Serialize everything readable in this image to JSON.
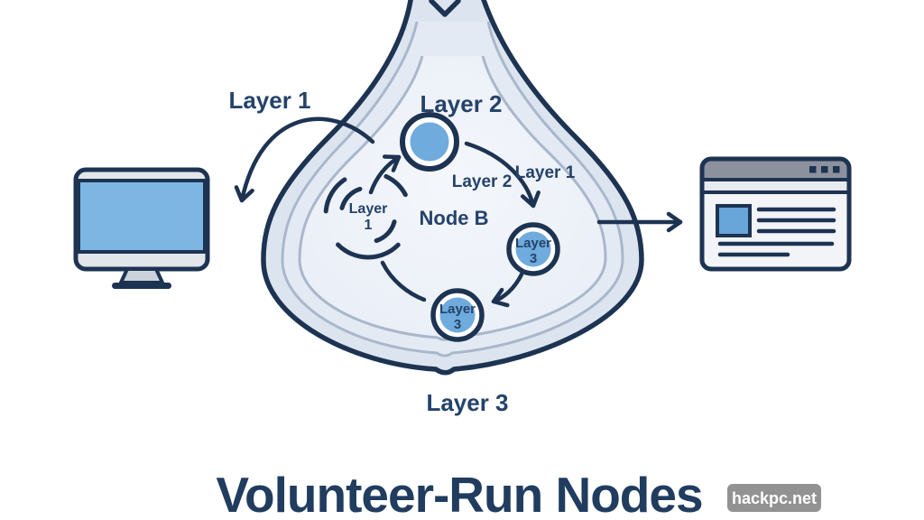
{
  "title": "Volunteer-Run Nodes",
  "watermark": "hackpc.net",
  "labels": {
    "layer1_outer": "Layer 1",
    "layer2_ring": "Layer 2",
    "layer3_caption": "Layer 3",
    "node_b": "Node B",
    "packet_layer2": "Layer 2",
    "packet_layer1": "Layer 1"
  },
  "nodes": {
    "peel": {
      "line1": "Layer",
      "line2": "1"
    },
    "relay_right": {
      "line1": "Layer",
      "line2": "3"
    },
    "relay_bottom": {
      "line1": "Layer",
      "line2": "3"
    }
  },
  "icons": {
    "left": "desktop-computer-icon",
    "center": "onion-layers-icon",
    "center_top": "entry-arrow-icon",
    "peel": "peeling-layer-icon",
    "right": "browser-window-icon",
    "arrows": [
      "curved-arrow-icon",
      "straight-arrow-icon"
    ]
  },
  "colors": {
    "stroke_navy": "#1d3352",
    "text_navy": "#24436b",
    "node_blue": "#6fabdc",
    "screen_blue": "#7db6e2",
    "onion_band_outer": "#dce4ef",
    "onion_band_mid": "#e4eaf4",
    "onion_core": "#eef2f9",
    "onion_thin_line": "#a9b7cb",
    "browser_titlebar_gray": "#8b929e",
    "panel_light_gray": "#e7eaee",
    "watermark_gray": "#8a8a8a"
  }
}
